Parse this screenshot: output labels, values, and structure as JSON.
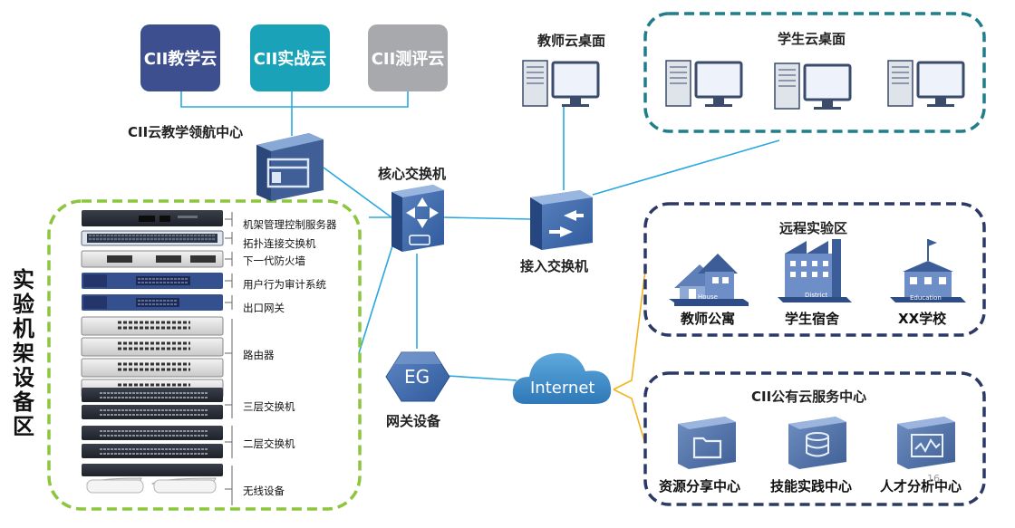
{
  "clouds": {
    "teaching": "CII教学云",
    "combat": "CII实战云",
    "eval": "CII测评云"
  },
  "nav_center": "CII云教学领航中心",
  "core_switch": "核心交换机",
  "access_switch": "接入交换机",
  "gateway": {
    "badge": "EG",
    "label": "网关设备"
  },
  "internet": "Internet",
  "teacher_desktop": "教师云桌面",
  "student_desktop": "学生云桌面",
  "remote_lab": {
    "title": "远程实验区",
    "items": [
      {
        "tag": "House",
        "label": "教师公寓"
      },
      {
        "tag": "District",
        "label": "学生宿舍"
      },
      {
        "tag": "Education",
        "label": "XX学校"
      }
    ]
  },
  "public_cloud": {
    "title": "CII公有云服务中心",
    "items": [
      "资源分享中心",
      "技能实践中心",
      "人才分析中心"
    ]
  },
  "rack_zone": {
    "title": "实验机架设备区",
    "labels": [
      "机架管理控制服务器",
      "拓扑连接交换机",
      "下一代防火墙",
      "用户行为审计系统",
      "出口网关",
      "路由器",
      "三层交换机",
      "二层交换机",
      "无线设备"
    ]
  },
  "page_number": "16",
  "colors": {
    "teaching_cloud": "#3d4f8e",
    "combat_cloud": "#1aa3b8",
    "eval_cloud": "#a7a9ac",
    "link_blue": "#29a8e0",
    "link_yellow": "#f2b41c",
    "rack_border": "#8cc63f",
    "teal_border": "#1f7e8a",
    "navy_border": "#2c3966"
  }
}
